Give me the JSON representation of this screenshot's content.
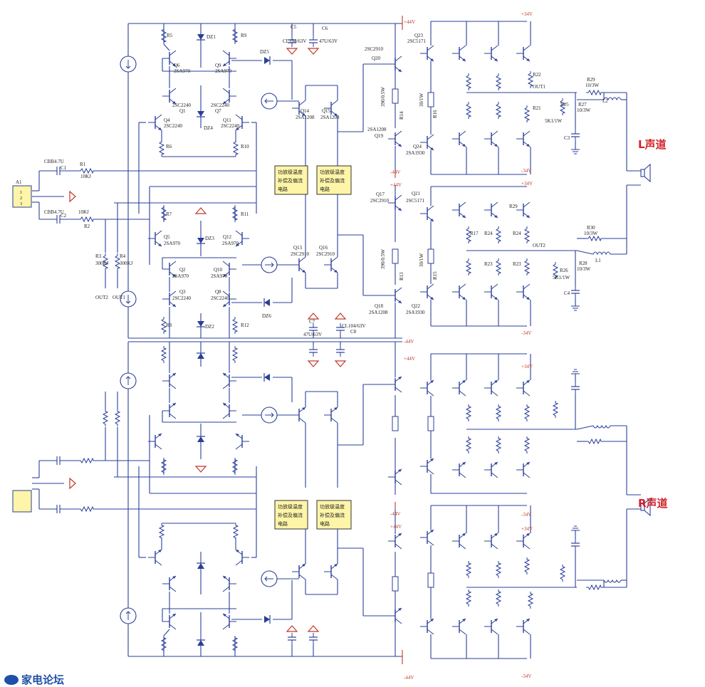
{
  "channels": {
    "left": "L声道",
    "right": "R声道"
  },
  "colors": {
    "wire": "#2a3f9a",
    "supply": "#c0392b",
    "channel_label": "#d0232a",
    "input_connector": "#fff5a8",
    "comp_box": "#fff5a8",
    "watermark": "#1f4fa8"
  },
  "comp_box": {
    "line1": "功放级温度",
    "line2": "补偿及偏流",
    "line3": "电路"
  },
  "rails": {
    "p44": "+44V",
    "n44": "-44V",
    "p34": "+34V",
    "n34": "-34V"
  },
  "top": {
    "connector_label": "A1",
    "connector_pins": [
      "1",
      "2",
      "3"
    ],
    "c1": "CBB4.7U",
    "c1_name": "C1",
    "c2": "CBB4.7U",
    "c2_name": "C2",
    "r1": "R1",
    "r1_val": "10KJ",
    "r2": "R2",
    "r2_val": "10KJ",
    "r3": "R3",
    "r3_val": "300KJ",
    "r4": "R4",
    "r4_val": "300KJ",
    "out2_in": "OUT2",
    "out1_in": "OUT1",
    "q_labels": [
      {
        "name": "Q6",
        "part": "2SA970"
      },
      {
        "name": "Q9",
        "part": "2SA970"
      },
      {
        "name": "Q1",
        "part": "2SC2240"
      },
      {
        "name": "Q7",
        "part": "2SC2240"
      },
      {
        "name": "Q4",
        "part": "2SC2240"
      },
      {
        "name": "Q11",
        "part": "2SC2240"
      },
      {
        "name": "Q14",
        "part": "2SA1208"
      },
      {
        "name": "Q15",
        "part": "2SA1208"
      },
      {
        "name": "Q5",
        "part": "2SA970"
      },
      {
        "name": "Q12",
        "part": "2SA970"
      },
      {
        "name": "Q2",
        "part": "2SA970"
      },
      {
        "name": "Q10",
        "part": "2SA970"
      },
      {
        "name": "Q13",
        "part": "2SC2910"
      },
      {
        "name": "Q16",
        "part": "2SC2910"
      },
      {
        "name": "Q3",
        "part": "2SC2240"
      },
      {
        "name": "Q8",
        "part": "2SC2240"
      }
    ],
    "res_labels": [
      "R5",
      "R9",
      "R6",
      "R10",
      "R7",
      "R11",
      "R8",
      "R12"
    ],
    "zeners": [
      "DZ1",
      "DZ4",
      "DZ3",
      "DZ2",
      "DZ5",
      "DZ6"
    ],
    "caps_upper": {
      "c5": "C5",
      "c5_val": "CL104/63V",
      "c6": "C6",
      "c6_val": "47U/63V"
    },
    "caps_lower": {
      "c7": "C7",
      "c7_val": "47U/63V",
      "c8": "C8",
      "c8_val": "CL104/63V"
    },
    "drivers": [
      {
        "name": "Q20",
        "part": "2SC2910"
      },
      {
        "name": "Q23",
        "part": "2SC5171"
      },
      {
        "name": "Q19",
        "part": "2SA1208"
      },
      {
        "name": "Q24",
        "part": "2SA1930"
      },
      {
        "name": "Q17",
        "part": "2SC2910"
      },
      {
        "name": "Q21",
        "part": "2SC5171"
      },
      {
        "name": "Q18",
        "part": "2SA1208"
      },
      {
        "name": "Q22",
        "part": "2SA1930"
      }
    ],
    "driver_res": [
      {
        "name": "R14",
        "val": "390/0.5W"
      },
      {
        "name": "R16",
        "val": "30/1W"
      },
      {
        "name": "R13",
        "val": "390/0.5W"
      },
      {
        "name": "R15",
        "val": "30/1W"
      }
    ],
    "out_upper": {
      "r22": "R22",
      "out": "OUT1",
      "r21": "R21",
      "r21_val": "5K1/1W",
      "r25": "R25",
      "r27": "R27",
      "r27_val": "10/3W",
      "r29": "R29",
      "r29_val": "10/3W",
      "l2": "L2",
      "c3": "C3"
    },
    "out_lower": {
      "r17": "R17",
      "r24a": "R24",
      "r24b": "R24",
      "r29b": "R29",
      "r23a": "R23",
      "r23b": "R23",
      "out": "OUT2",
      "r30": "R30",
      "r30_val": "10/3W",
      "r26": "R26",
      "r26_val": "5K1/1W",
      "r28": "R28",
      "r28_val": "10/3W",
      "l1": "L1",
      "c4": "C4"
    }
  },
  "watermark": "家电论坛"
}
